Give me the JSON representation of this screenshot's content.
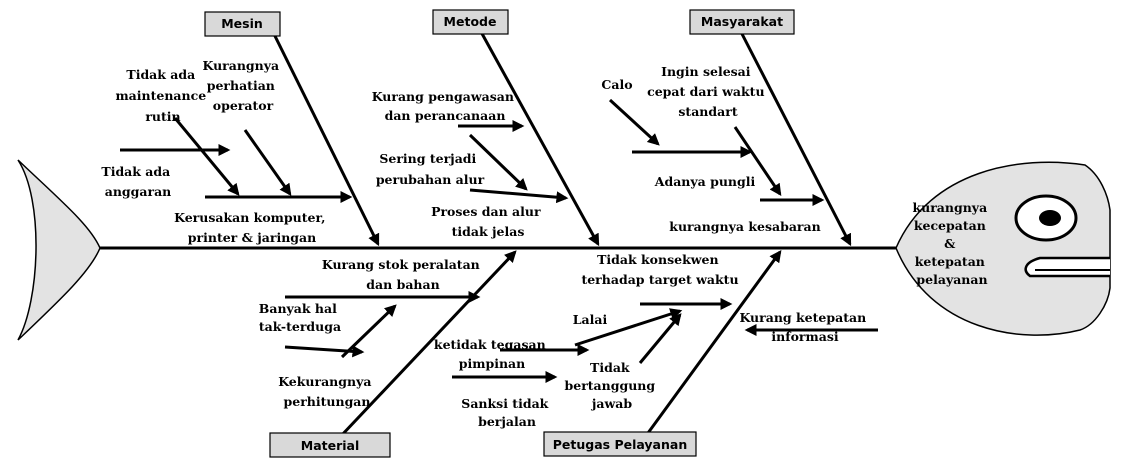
{
  "categories": {
    "mesin": "Mesin",
    "metode": "Metode",
    "masyarakat": "Masyarakat",
    "material": "Material",
    "petugas": "Petugas Pelayanan"
  },
  "effect": [
    "kurangnya",
    "kecepatan",
    "&",
    "ketepatan",
    "pelayanan"
  ],
  "causes": {
    "mesin": {
      "tidak_ada_maintenance": [
        "Tidak ada",
        "maintenance",
        "rutin"
      ],
      "kurangnya_perhatian": [
        "Kurangnya",
        "perhatian",
        "operator"
      ],
      "tidak_ada_anggaran": [
        "Tidak ada",
        "anggaran"
      ],
      "kerusakan_komputer": [
        "Kerusakan komputer,",
        "printer & jaringan"
      ]
    },
    "metode": {
      "kurang_pengawasan": [
        "Kurang pengawasan",
        "dan perancanaan"
      ],
      "sering_terjadi": [
        "Sering terjadi",
        "perubahan alur"
      ],
      "proses_alur": [
        "Proses dan alur",
        "tidak jelas"
      ]
    },
    "masyarakat": {
      "calo": [
        "Calo"
      ],
      "ingin_selesai": [
        "Ingin selesai",
        "cepat dari waktu",
        "standart"
      ],
      "adanya_pungli": [
        "Adanya pungli"
      ],
      "kurangnya_kesabaran": [
        "kurangnya kesabaran"
      ]
    },
    "material": {
      "kurang_stok": [
        "Kurang stok peralatan",
        "dan bahan"
      ],
      "banyak_hal": [
        "Banyak hal",
        "tak-terduga"
      ],
      "kekurangnya_perhitungan": [
        "Kekurangnya",
        "perhitungan"
      ]
    },
    "petugas": {
      "tidak_konsekwen": [
        "Tidak konsekwen",
        "terhadap target waktu"
      ],
      "lalai": [
        "Lalai"
      ],
      "kurang_ketepatan": [
        "Kurang ketepatan",
        "informasi"
      ],
      "ketidak_tegasan": [
        "ketidak tegasan",
        "pimpinan"
      ],
      "tidak_bertanggung": [
        "Tidak",
        "bertanggung",
        "jawab"
      ],
      "sanksi_tidak": [
        "Sanksi tidak",
        "berjalan"
      ]
    }
  }
}
